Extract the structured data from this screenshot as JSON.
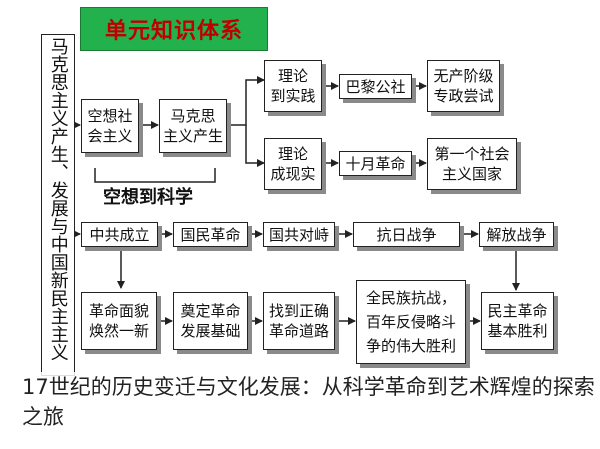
{
  "title": "单元知识体系",
  "side_label": "马克思主义产生、发展与中国新民主主义",
  "nodes": {
    "utopian": "空想社\n会主义",
    "marxism": "马克思\n主义产生",
    "theory_practice": "理论\n到实践",
    "paris_commune": "巴黎公社",
    "proletarian_attempt": "无产阶级\n专政尝试",
    "theory_reality": "理论\n成现实",
    "october_rev": "十月革命",
    "first_socialist": "第一个社会\n主义国家",
    "ccp_founding": "中共成立",
    "national_rev": "国民革命",
    "kmt_ccp_conflict": "国共对峙",
    "anti_japanese": "抗日战争",
    "liberation_war": "解放战争",
    "new_look": "革命面貌\n焕然一新",
    "foundation": "奠定革命\n发展基础",
    "right_path": "找到正确\n革命道路",
    "resistance": "全民族抗战，\n百年反侵略斗\n争的伟大胜利",
    "victory": "民主革命\n基本胜利"
  },
  "utopia_to_science": "空想到科学",
  "caption": "17世纪的历史变迁与文化发展：从科学革命到艺术辉煌的探索之旅"
}
